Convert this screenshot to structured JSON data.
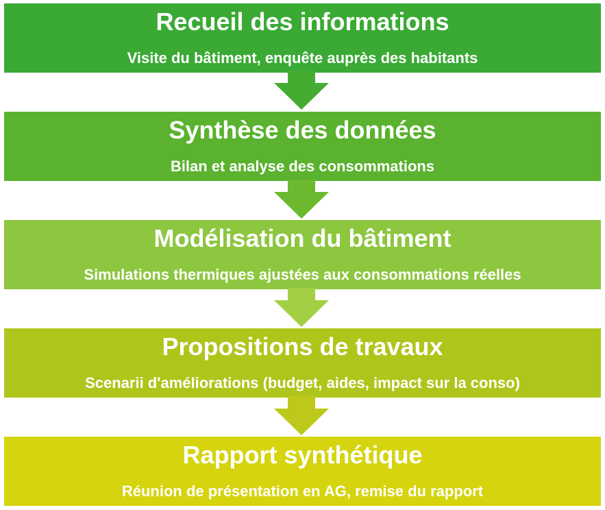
{
  "steps": [
    {
      "title": "Recueil des informations",
      "subtitle": "Visite du bâtiment, enquête auprès des habitants",
      "color": "#3aaa35"
    },
    {
      "title": "Synthèse des données",
      "subtitle": "Bilan et analyse des consommations",
      "color": "#5ab22e"
    },
    {
      "title": "Modélisation du bâtiment",
      "subtitle": "Simulations thermiques  ajustées aux consommations réelles",
      "color": "#8dc63f"
    },
    {
      "title": "Propositions de travaux",
      "subtitle": "Scenarii d'améliorations (budget, aides, impact sur la conso)",
      "color": "#afc51c"
    },
    {
      "title": "Rapport synthétique",
      "subtitle": "Réunion de présentation en AG, remise du rapport",
      "color": "#d5d40e"
    }
  ],
  "arrows": [
    {
      "color": "#44ad31"
    },
    {
      "color": "#6cb92f"
    },
    {
      "color": "#a3cf45"
    },
    {
      "color": "#bcc91a"
    }
  ]
}
